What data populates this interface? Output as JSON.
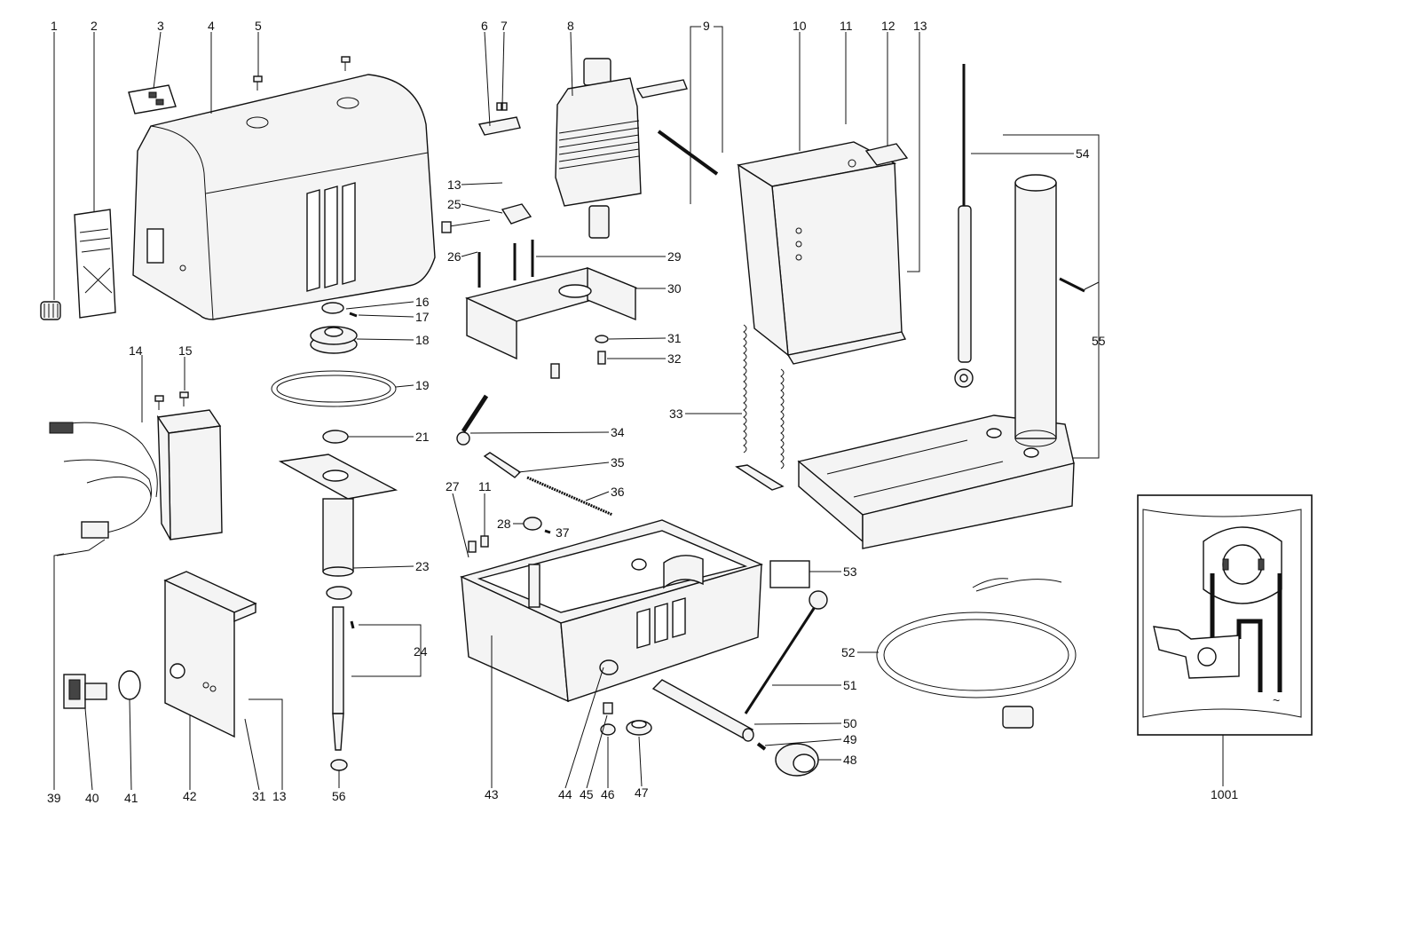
{
  "callouts": [
    "1",
    "2",
    "3",
    "4",
    "5",
    "6",
    "7",
    "8",
    "9",
    "10",
    "11",
    "12",
    "13",
    "13",
    "13",
    "13",
    "14",
    "15",
    "16",
    "17",
    "18",
    "19",
    "21",
    "23",
    "24",
    "25",
    "26",
    "27",
    "11",
    "28",
    "37",
    "29",
    "30",
    "31",
    "31",
    "32",
    "33",
    "34",
    "35",
    "36",
    "39",
    "40",
    "41",
    "42",
    "43",
    "44",
    "45",
    "46",
    "47",
    "48",
    "49",
    "50",
    "51",
    "52",
    "53",
    "54",
    "55",
    "56",
    "1001"
  ],
  "inset": {
    "symbol": "~"
  }
}
